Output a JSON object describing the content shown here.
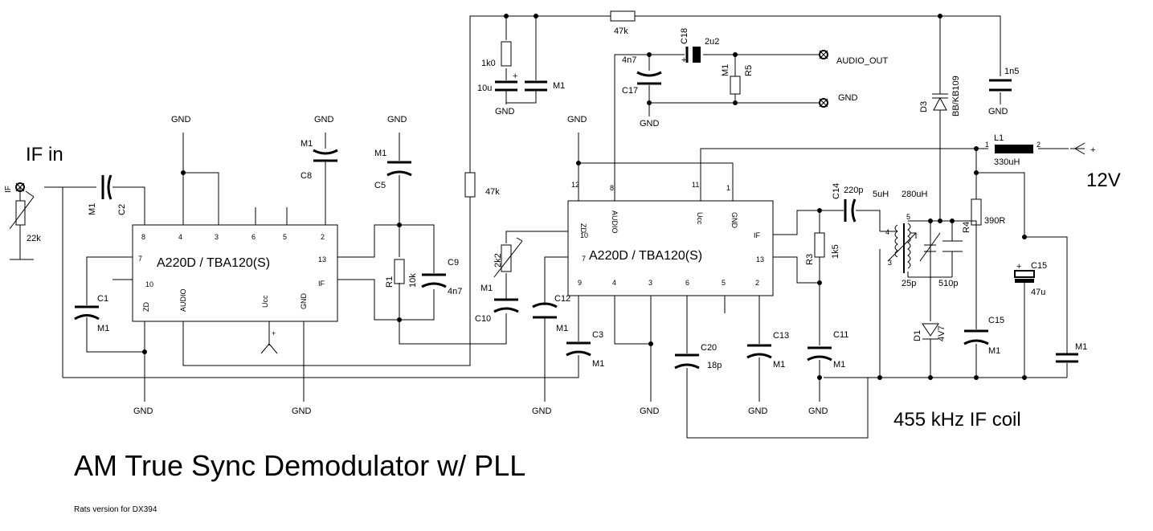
{
  "title": "AM True Sync Demodulator w/ PLL",
  "subtitle": "Rats version for DX394",
  "coil_caption": "455 kHz IF coil",
  "if_in_label": "IF in",
  "supply_label": "12V",
  "ic1": {
    "name": "A220D / TBA120(S)",
    "pin_names": {
      "zd": "ZD",
      "audio": "AUDIO",
      "ucc": "Ucc",
      "gnd": "GND",
      "if": "IF"
    }
  },
  "ic2": {
    "name": "A220D / TBA120(S)",
    "pin_names": {
      "zd": "ZD",
      "audio": "AUDIO",
      "ucc": "Ucc",
      "gnd": "GND",
      "if": "IF"
    }
  },
  "connectors": {
    "audio_out": "AUDIO_OUT",
    "gnd": "GND",
    "if": "IF"
  },
  "gnd_label": "GND",
  "components": {
    "c2": {
      "name": "C2",
      "value": "M1"
    },
    "pot_if": {
      "value": "22k"
    },
    "c1": {
      "name": "C1",
      "value": "M1"
    },
    "c8": {
      "name": "C8",
      "value": "M1"
    },
    "c5": {
      "name": "C5",
      "value": "M1"
    },
    "r1": {
      "name": "R1",
      "value": "10k"
    },
    "c9": {
      "name": "C9",
      "value": "4n7"
    },
    "r47k_vert": {
      "value": "47k"
    },
    "r47k_top": {
      "value": "47k"
    },
    "r1k0": {
      "value": "1k0"
    },
    "c10u": {
      "value": "10u"
    },
    "c_m1_top": {
      "value": "M1"
    },
    "c18": {
      "name": "C18",
      "value": "2u2"
    },
    "c17": {
      "name": "C17",
      "value": "4n7"
    },
    "r5": {
      "name": "R5",
      "value": "M1"
    },
    "d3": {
      "name": "D3",
      "value": "BB/KB109"
    },
    "c1n5": {
      "value": "1n5"
    },
    "l1": {
      "name": "L1",
      "value": "330uH",
      "pin1": "1",
      "pin2": "2"
    },
    "pot_2k2": {
      "value": "2k2"
    },
    "c10": {
      "name": "C10",
      "value": "M1"
    },
    "c12": {
      "name": "C12",
      "value": "M1"
    },
    "c3": {
      "name": "C3",
      "value": "M1"
    },
    "c20": {
      "name": "C20",
      "value": "18p"
    },
    "c13": {
      "name": "C13",
      "value": "M1"
    },
    "c14": {
      "name": "C14",
      "value": "220p"
    },
    "r3": {
      "name": "R3",
      "value": "1k5"
    },
    "c11": {
      "name": "C11",
      "value": "M1"
    },
    "coil_5uh": {
      "value": "5uH"
    },
    "coil_280uh": {
      "value": "280uH"
    },
    "c25p": {
      "value": "25p"
    },
    "c510p": {
      "value": "510p"
    },
    "r4": {
      "name": "R4",
      "value": "390R"
    },
    "d1": {
      "name": "D1",
      "value": "4V7"
    },
    "c15a": {
      "name": "C15",
      "value": "M1"
    },
    "c15b": {
      "name": "C15",
      "value": "47u"
    },
    "c_m1_right": {
      "value": "M1"
    }
  }
}
